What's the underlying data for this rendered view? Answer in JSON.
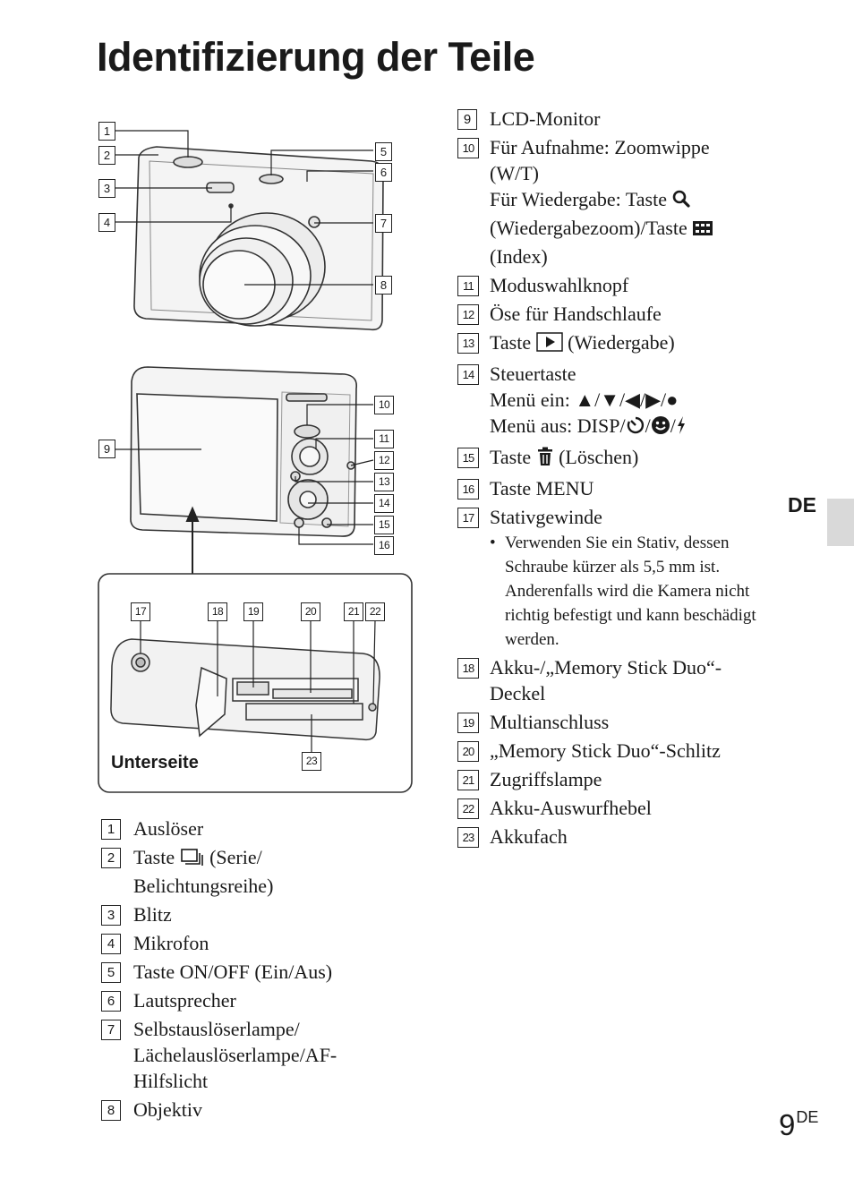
{
  "page": {
    "title": "Identifizierung der Teile",
    "side_tab_label": "DE",
    "page_number": "9",
    "page_suffix": "DE"
  },
  "figure": {
    "bottom_view_label": "Unterseite",
    "callouts": [
      "1",
      "2",
      "3",
      "4",
      "5",
      "6",
      "7",
      "8",
      "9",
      "10",
      "11",
      "12",
      "13",
      "14",
      "15",
      "16",
      "17",
      "18",
      "19",
      "20",
      "21",
      "22",
      "23"
    ]
  },
  "parts_left": [
    {
      "num": "1",
      "text": "Auslöser"
    },
    {
      "num": "2",
      "lines": [
        "Taste",
        "(Serie/",
        "Belichtungsreihe)"
      ]
    },
    {
      "num": "3",
      "text": "Blitz"
    },
    {
      "num": "4",
      "text": "Mikrofon"
    },
    {
      "num": "5",
      "text": "Taste ON/OFF (Ein/Aus)"
    },
    {
      "num": "6",
      "text": "Lautsprecher"
    },
    {
      "num": "7",
      "lines": [
        "Selbstauslöserlampe/",
        "Lächelauslöserlampe/AF-",
        "Hilfslicht"
      ]
    },
    {
      "num": "8",
      "text": "Objektiv"
    }
  ],
  "parts_right": [
    {
      "num": "9",
      "text": "LCD-Monitor"
    },
    {
      "num": "10",
      "lines": [
        "Für Aufnahme: Zoomwippe",
        "(W/T)",
        "Für Wiedergabe: Taste",
        "(Wiedergabezoom)/Taste",
        "(Index)"
      ]
    },
    {
      "num": "11",
      "text": "Moduswahlknopf"
    },
    {
      "num": "12",
      "text": "Öse für Handschlaufe"
    },
    {
      "num": "13",
      "lines": [
        "Taste",
        "(Wiedergabe)"
      ]
    },
    {
      "num": "14",
      "lines": [
        "Steuertaste",
        "Menü ein: ▲/▼/◀/▶/●",
        "Menü aus: DISP/",
        "/",
        "/"
      ]
    },
    {
      "num": "15",
      "lines": [
        "Taste",
        "(Löschen)"
      ]
    },
    {
      "num": "16",
      "text": "Taste MENU"
    },
    {
      "num": "17",
      "text": "Stativgewinde",
      "note": "Verwenden Sie ein Stativ, dessen Schraube kürzer als 5,5 mm ist. Anderenfalls wird die Kamera nicht richtig befestigt und kann beschädigt werden."
    },
    {
      "num": "18",
      "lines": [
        "Akku-/„Memory Stick Duo“-",
        "Deckel"
      ]
    },
    {
      "num": "19",
      "text": "Multianschluss"
    },
    {
      "num": "20",
      "text": "„Memory Stick Duo“-Schlitz"
    },
    {
      "num": "21",
      "text": "Zugriffslampe"
    },
    {
      "num": "22",
      "text": "Akku-Auswurfhebel"
    },
    {
      "num": "23",
      "text": "Akkufach"
    }
  ],
  "icons": {
    "burst": "burst-mode-icon",
    "zoom": "playback-zoom-icon",
    "index": "index-icon",
    "play": "playback-icon",
    "trash": "trash-icon",
    "selftimer": "self-timer-icon",
    "smile": "smile-icon",
    "flash": "flash-icon"
  }
}
